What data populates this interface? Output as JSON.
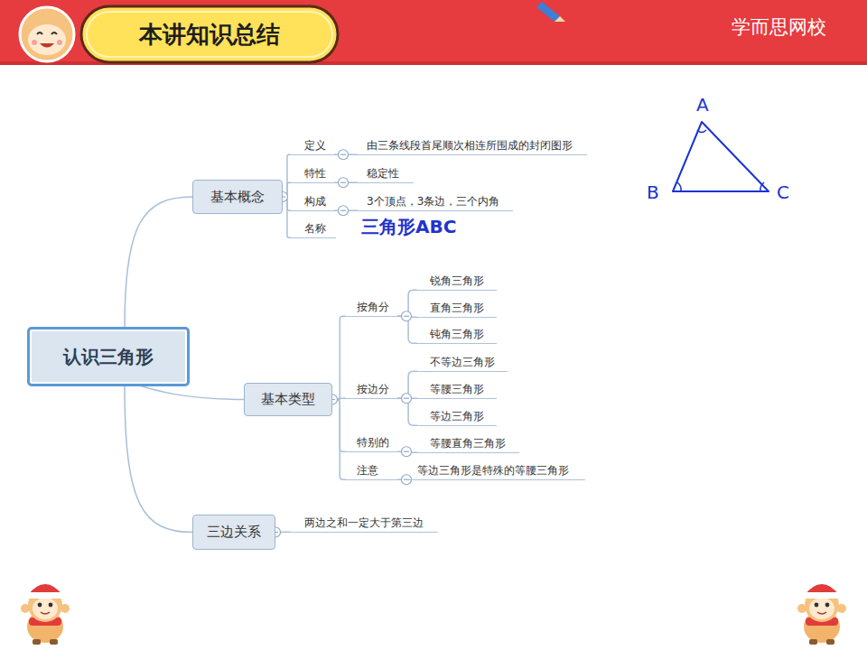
{
  "diagram": {
    "title": "本讲知识总结",
    "nodes": [
      {
        "text": [
          "认识三角形"
        ]
      },
      {
        "text": [
          "基本概念"
        ]
      },
      {
        "text": [
          "定义"
        ]
      },
      {
        "text": [
          "由三条线段首尾顺次相连所围成的封闭图形"
        ]
      },
      {
        "text": [
          "特性"
        ]
      },
      {
        "text": [
          "稳定性"
        ]
      },
      {
        "text": [
          "构成"
        ]
      },
      {
        "text": [
          "3个顶点，3条边，三个内角"
        ]
      },
      {
        "text": [
          "名称"
        ]
      },
      {
        "text": [
          "基本类型"
        ]
      },
      {
        "text": [
          "按角分"
        ]
      },
      {
        "text": [
          "锐角三角形"
        ]
      },
      {
        "text": [
          "直角三角形"
        ]
      },
      {
        "text": [
          "钝角三角形"
        ]
      },
      {
        "text": [
          "按边分"
        ]
      },
      {
        "text": [
          "不等边三角形"
        ]
      },
      {
        "text": [
          "等腰三角形"
        ]
      },
      {
        "text": [
          "等边三角形"
        ]
      },
      {
        "text": [
          "特别的"
        ]
      },
      {
        "text": [
          "等腰直角三角形"
        ]
      },
      {
        "text": [
          "注意"
        ]
      },
      {
        "text": [
          "等边三角形是特殊的等腰三角形"
        ]
      },
      {
        "text": [
          "三边关系"
        ]
      },
      {
        "text": [
          "两边之和一定大于第三边"
        ]
      }
    ],
    "edges": [
      {
        "from": 0,
        "to": 1,
        "arrow": "none"
      },
      {
        "from": 1,
        "to": 2,
        "arrow": "none"
      },
      {
        "from": 2,
        "to": 3,
        "arrow": "none"
      },
      {
        "from": 1,
        "to": 4,
        "arrow": "none"
      },
      {
        "from": 4,
        "to": 5,
        "arrow": "none"
      },
      {
        "from": 1,
        "to": 6,
        "arrow": "none"
      },
      {
        "from": 6,
        "to": 7,
        "arrow": "none"
      },
      {
        "from": 1,
        "to": 8,
        "arrow": "none"
      },
      {
        "from": 0,
        "to": 9,
        "arrow": "none"
      },
      {
        "from": 9,
        "to": 10,
        "arrow": "none"
      },
      {
        "from": 10,
        "to": 11,
        "arrow": "none"
      },
      {
        "from": 10,
        "to": 12,
        "arrow": "none"
      },
      {
        "from": 10,
        "to": 13,
        "arrow": "none"
      },
      {
        "from": 9,
        "to": 14,
        "arrow": "none"
      },
      {
        "from": 14,
        "to": 15,
        "arrow": "none"
      },
      {
        "from": 14,
        "to": 16,
        "arrow": "none"
      },
      {
        "from": 14,
        "to": 17,
        "arrow": "none"
      },
      {
        "from": 9,
        "to": 18,
        "arrow": "none"
      },
      {
        "from": 18,
        "to": 19,
        "arrow": "none"
      },
      {
        "from": 9,
        "to": 20,
        "arrow": "none"
      },
      {
        "from": 20,
        "to": 21,
        "arrow": "none"
      },
      {
        "from": 0,
        "to": 22,
        "arrow": "none"
      },
      {
        "from": 22,
        "to": 23,
        "arrow": "none"
      }
    ],
    "labels": [
      "学而思网校",
      "三角形ABC",
      "A",
      "B",
      "C"
    ]
  }
}
